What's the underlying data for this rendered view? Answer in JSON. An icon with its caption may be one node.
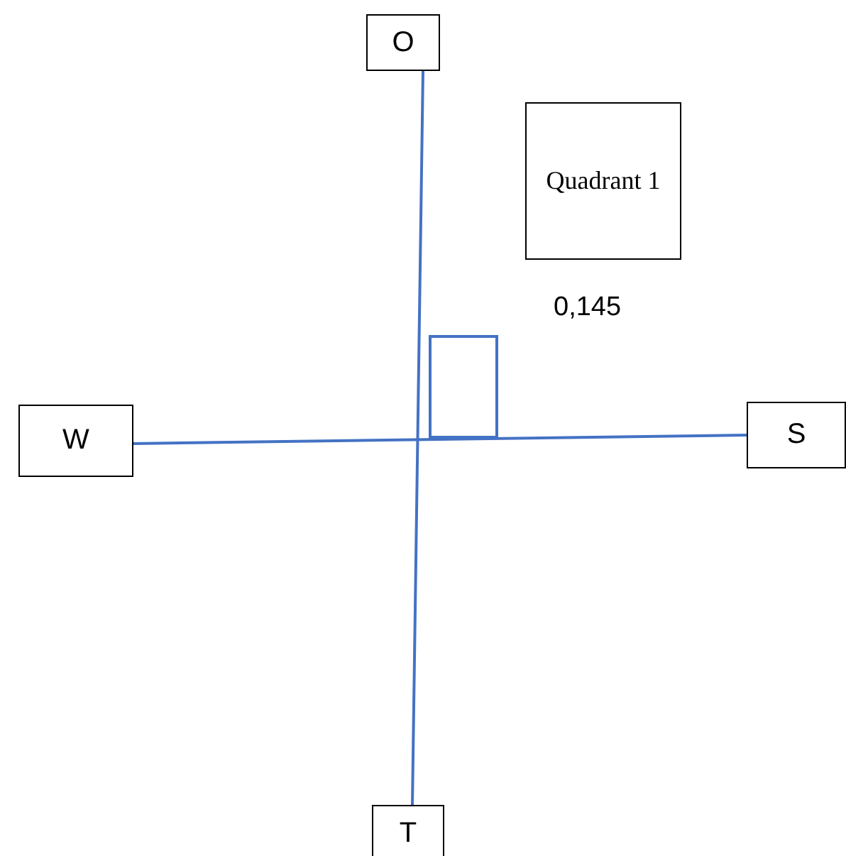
{
  "diagram": {
    "nodes": [
      {
        "text": [
          "O"
        ]
      },
      {
        "text": [
          "Quadrant 1"
        ]
      },
      {
        "text": [
          "W"
        ]
      },
      {
        "text": [
          "S"
        ]
      },
      {
        "text": [
          "T"
        ]
      }
    ],
    "edges": [
      {
        "from": 0,
        "to": 4,
        "arrow": "none"
      },
      {
        "from": 2,
        "to": 3,
        "arrow": "none"
      }
    ],
    "labels": [
      "0,145"
    ]
  }
}
